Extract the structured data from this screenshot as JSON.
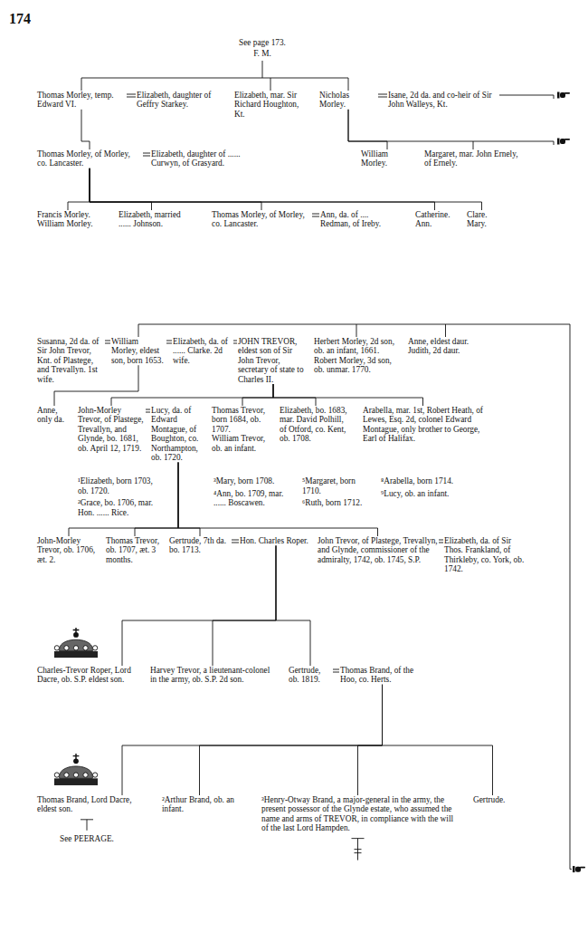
{
  "diagram": {
    "nodes": [
      {
        "text": [
          "Thomas Morley, temp. Edward VI."
        ]
      },
      {
        "text": [
          "Elizabeth, daughter of Geffry Starkey."
        ]
      },
      {
        "text": [
          "Elizabeth, mar. Sir Richard Houghton, Kt."
        ]
      },
      {
        "text": [
          "Nicholas Morley."
        ]
      },
      {
        "text": [
          "Isane, 2d da. and co-heir of Sir John Walleys, Kt."
        ]
      },
      {
        "text": [
          "Thomas Morley, of Morley, co. Lancaster."
        ]
      },
      {
        "text": [
          "Elizabeth, daughter of ...... Curwyn, of Grasyard."
        ]
      },
      {
        "text": [
          "William Morley."
        ]
      },
      {
        "text": [
          "Margaret, mar. John Ernely, of Ernely."
        ]
      },
      {
        "text": [
          "Francis Morley.",
          "William Morley."
        ]
      },
      {
        "text": [
          "Elizabeth, married ...... Johnson."
        ]
      },
      {
        "text": [
          "Thomas Morley, of Morley, co. Lancaster."
        ]
      },
      {
        "text": [
          "Ann, da. of .... Redman, of Ireby."
        ]
      },
      {
        "text": [
          "Catherine.",
          "Ann."
        ]
      },
      {
        "text": [
          "Clare.",
          "Mary."
        ]
      },
      {
        "text": [
          "Susanna, 2d da. of Sir John Trevor, Knt. of Plastege, and Trevallyn. 1st wife."
        ]
      },
      {
        "text": [
          "William Morley, eldest son, born 1653."
        ]
      },
      {
        "text": [
          "Elizabeth, da. of ...... Clarke. 2d wife."
        ]
      },
      {
        "text": [
          "JOHN TREVOR, eldest son of Sir John Trevor, secretary of state to Charles II."
        ]
      },
      {
        "text": [
          "Herbert Morley, 2d son, ob. an infant, 1661.",
          "Robert Morley, 3d son, ob. unmar. 1770."
        ]
      },
      {
        "text": [
          "Anne, eldest daur.",
          "Judith, 2d daur."
        ]
      },
      {
        "text": [
          "Anne, only da."
        ]
      },
      {
        "text": [
          "John-Morley Trevor, of Plastege, Trevallyn, and Glynde, bo. 1681, ob. April 12, 1719."
        ]
      },
      {
        "text": [
          "Lucy, da. of Edward Montague, of Boughton, co. Northampton, ob. 1720."
        ]
      },
      {
        "text": [
          "Thomas Trevor, born 1684, ob. 1707.",
          "William Trevor, ob. an infant."
        ]
      },
      {
        "text": [
          "Elizabeth, bo. 1683, mar. David Polhill, of Otford, co. Kent, ob. 1708."
        ]
      },
      {
        "text": [
          "Arabella, mar. 1st, Robert Heath, of Lewes, Esq. 2d, colonel Edward Montague, only brother to George, Earl of Halifax."
        ]
      },
      {
        "text": [
          "¹Elizabeth, born 1703, ob. 1720."
        ]
      },
      {
        "text": [
          "²Grace, bo. 1706, mar. Hon. ...... Rice."
        ]
      },
      {
        "text": [
          "³Mary, born 1708."
        ]
      },
      {
        "text": [
          "⁴Ann, bo. 1709, mar. ...... Boscawen."
        ]
      },
      {
        "text": [
          "⁵Margaret, born 1710."
        ]
      },
      {
        "text": [
          "⁶Ruth, born 1712."
        ]
      },
      {
        "text": [
          "⁸Arabella, born 1714."
        ]
      },
      {
        "text": [
          "⁹Lucy, ob. an infant."
        ]
      },
      {
        "text": [
          "John-Morley Trevor, ob. 1706, æt. 2."
        ]
      },
      {
        "text": [
          "Thomas Trevor, ob. 1707, æt. 3 months."
        ]
      },
      {
        "text": [
          "Gertrude, 7th da. bo. 1713."
        ]
      },
      {
        "text": [
          "Hon. Charles Roper."
        ]
      },
      {
        "text": [
          "John Trevor, of Plastege, Trevallyn, and Glynde, commissioner of the admiralty, 1742, ob. 1745, S.P."
        ]
      },
      {
        "text": [
          "Elizabeth, da. of Sir Thos. Frankland, of Thirkleby, co. York, ob. 1742."
        ]
      },
      {
        "text": [
          "Charles-Trevor Roper, Lord Dacre, ob. S.P. eldest son."
        ]
      },
      {
        "text": [
          "Harvey Trevor, a lieutenant-colonel in the army, ob. S.P. 2d son."
        ]
      },
      {
        "text": [
          "Gertrude, ob. 1819."
        ]
      },
      {
        "text": [
          "Thomas Brand, of the Hoo, co. Herts."
        ]
      },
      {
        "text": [
          "Thomas Brand, Lord Dacre, eldest son."
        ]
      },
      {
        "text": [
          "²Arthur Brand, ob. an infant."
        ]
      },
      {
        "text": [
          "³Henry-Otway Brand, a major-general in the army, the present possessor of the Glynde estate, who assumed the name and arms of TREVOR, in compliance with the will of the last Lord Hampden."
        ]
      },
      {
        "text": [
          "Gertrude."
        ]
      }
    ],
    "edges": [
      {
        "from": 0,
        "to": 1,
        "arrow": "none"
      },
      {
        "from": 3,
        "to": 4,
        "arrow": "none"
      },
      {
        "from": 5,
        "to": 6,
        "arrow": "none"
      },
      {
        "from": 11,
        "to": 12,
        "arrow": "none"
      },
      {
        "from": 15,
        "to": 16,
        "arrow": "none"
      },
      {
        "from": 16,
        "to": 17,
        "arrow": "none"
      },
      {
        "from": 17,
        "to": 18,
        "arrow": "none"
      },
      {
        "from": 22,
        "to": 23,
        "arrow": "none"
      },
      {
        "from": 37,
        "to": 38,
        "arrow": "none"
      },
      {
        "from": 39,
        "to": 40,
        "arrow": "none"
      },
      {
        "from": 43,
        "to": 44,
        "arrow": "none"
      },
      {
        "from": 0,
        "to": 5,
        "arrow": "none"
      },
      {
        "from": 3,
        "to": 7,
        "arrow": "none"
      },
      {
        "from": 3,
        "to": 8,
        "arrow": "none"
      },
      {
        "from": 5,
        "to": 9,
        "arrow": "none"
      },
      {
        "from": 5,
        "to": 10,
        "arrow": "none"
      },
      {
        "from": 5,
        "to": 11,
        "arrow": "none"
      },
      {
        "from": 5,
        "to": 13,
        "arrow": "none"
      },
      {
        "from": 5,
        "to": 14,
        "arrow": "none"
      },
      {
        "from": 16,
        "to": 21,
        "arrow": "none"
      },
      {
        "from": 18,
        "to": 22,
        "arrow": "none"
      },
      {
        "from": 18,
        "to": 24,
        "arrow": "none"
      },
      {
        "from": 18,
        "to": 25,
        "arrow": "none"
      },
      {
        "from": 18,
        "to": 26,
        "arrow": "none"
      },
      {
        "from": 23,
        "to": 35,
        "arrow": "none"
      },
      {
        "from": 23,
        "to": 36,
        "arrow": "none"
      },
      {
        "from": 23,
        "to": 37,
        "arrow": "none"
      },
      {
        "from": 23,
        "to": 39,
        "arrow": "none"
      },
      {
        "from": 38,
        "to": 41,
        "arrow": "none"
      },
      {
        "from": 38,
        "to": 42,
        "arrow": "none"
      },
      {
        "from": 38,
        "to": 43,
        "arrow": "none"
      },
      {
        "from": 44,
        "to": 45,
        "arrow": "none"
      },
      {
        "from": 44,
        "to": 46,
        "arrow": "none"
      },
      {
        "from": 44,
        "to": 47,
        "arrow": "none"
      },
      {
        "from": 44,
        "to": 48,
        "arrow": "none"
      }
    ],
    "labels": [
      "174",
      "See page 173.",
      "F. M.",
      "See PEERAGE."
    ]
  }
}
